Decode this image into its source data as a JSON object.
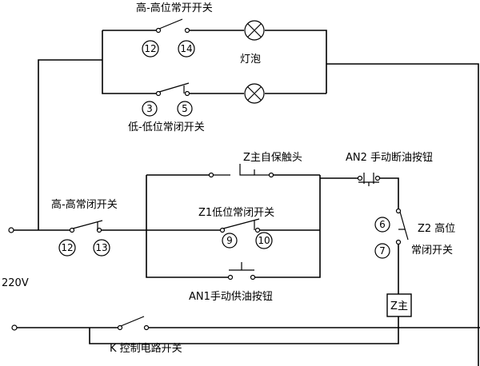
{
  "labels": {
    "high_no_switch": "高-高位常开开关",
    "bulb": "灯泡",
    "low_nc_switch": "低-低位常闭开关",
    "z_self_hold": "Z主自保触头",
    "an2": "AN2 手动断油按钮",
    "high_nc_switch": "高-高常闭开关",
    "z1_low_nc": "Z1低位常闭开关",
    "z2_line1": "Z2 高位",
    "z2_line2": "常闭开关",
    "voltage": "220V",
    "an1": "AN1手动供油按钮",
    "relay": "Z主",
    "k_switch": "K 控制电路开关"
  },
  "terminals": {
    "t12_top": "12",
    "t14": "14",
    "t3": "3",
    "t5": "5",
    "t12_mid": "12",
    "t13": "13",
    "t9": "9",
    "t10": "10",
    "t6": "6",
    "t7": "7"
  }
}
